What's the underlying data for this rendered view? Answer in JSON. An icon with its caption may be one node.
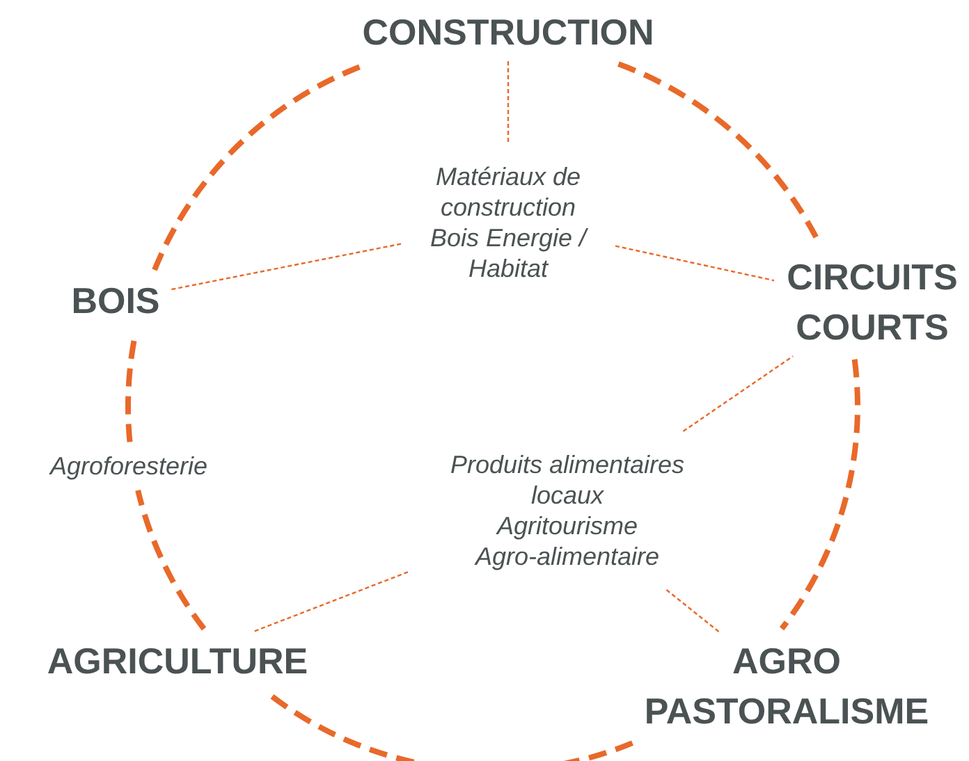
{
  "diagram": {
    "nodes": [
      {
        "text": [
          "CONSTRUCTION"
        ]
      },
      {
        "text": [
          "Matériaux de construction",
          "Bois Energie / Habitat"
        ]
      },
      {
        "text": [
          "BOIS"
        ]
      },
      {
        "text": [
          "CIRCUITS COURTS"
        ]
      },
      {
        "text": [
          "Agroforesterie"
        ]
      },
      {
        "text": [
          "Produits alimentaires locaux",
          "Agritourisme",
          "Agro-alimentaire"
        ]
      },
      {
        "text": [
          "AGRICULTURE"
        ]
      },
      {
        "text": [
          "AGRO PASTORALISME"
        ]
      }
    ],
    "edges": [
      {
        "from": 0,
        "to": 3,
        "arrow": "none",
        "style": "dashed"
      },
      {
        "from": 3,
        "to": 7,
        "arrow": "none",
        "style": "dashed"
      },
      {
        "from": 7,
        "to": 6,
        "arrow": "none",
        "style": "dashed"
      },
      {
        "from": 6,
        "to": 4,
        "arrow": "none",
        "style": "dashed"
      },
      {
        "from": 4,
        "to": 2,
        "arrow": "none",
        "style": "dashed"
      },
      {
        "from": 2,
        "to": 0,
        "arrow": "none",
        "style": "dashed"
      },
      {
        "from": 0,
        "to": 1,
        "arrow": "none",
        "style": "dashed"
      },
      {
        "from": 1,
        "to": 2,
        "arrow": "none",
        "style": "dashed"
      },
      {
        "from": 1,
        "to": 3,
        "arrow": "none",
        "style": "dashed"
      },
      {
        "from": 5,
        "to": 3,
        "arrow": "none",
        "style": "dashed"
      },
      {
        "from": 5,
        "to": 7,
        "arrow": "none",
        "style": "dashed"
      },
      {
        "from": 5,
        "to": 6,
        "arrow": "none",
        "style": "dashed"
      }
    ]
  }
}
